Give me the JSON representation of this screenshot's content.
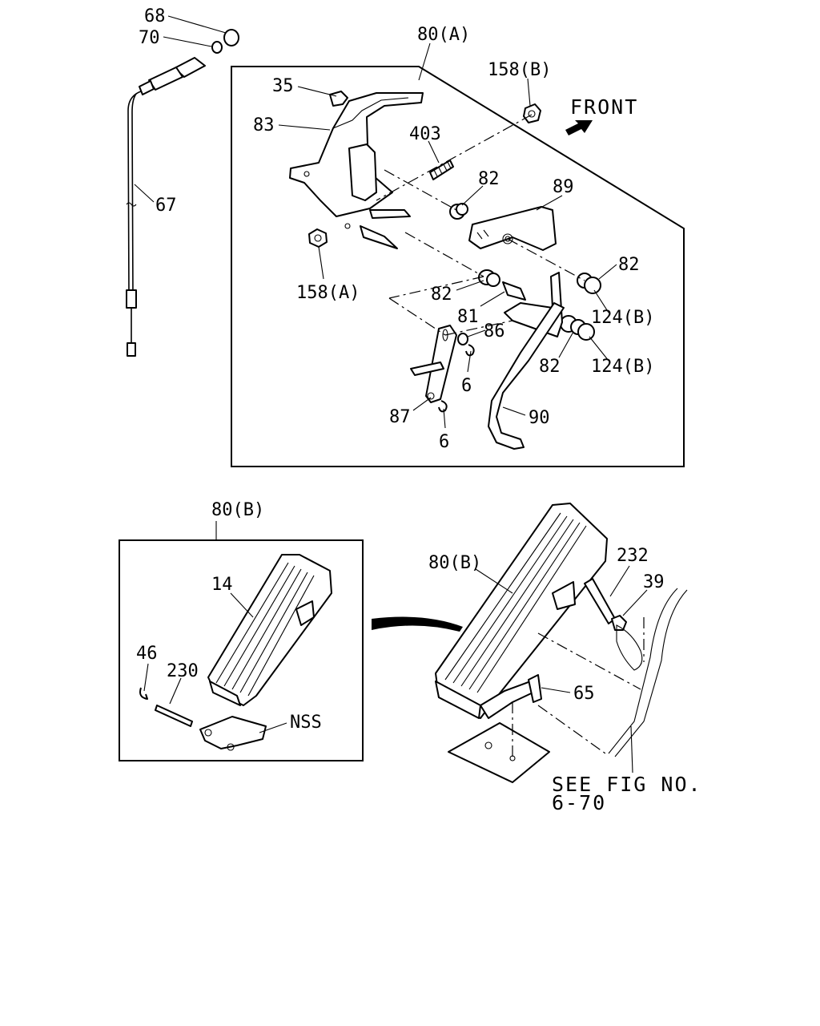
{
  "labels": {
    "p68": "68",
    "p70": "70",
    "p67": "67",
    "assy_a": "80(A)",
    "p35": "35",
    "p83": "83",
    "p158b": "158(B)",
    "front": "FRONT",
    "p403": "403",
    "p82_top": "82",
    "p89": "89",
    "p158a": "158(A)",
    "p82_right": "82",
    "p82_mid": "82",
    "p81": "81",
    "p86": "86",
    "p124b_top": "124(B)",
    "p6_a": "6",
    "p82_low": "82",
    "p124b_low": "124(B)",
    "p87": "87",
    "p90": "90",
    "p6_b": "6",
    "assy_b_box": "80(B)",
    "p14": "14",
    "p46": "46",
    "p230": "230",
    "nss": "NSS",
    "assy_b_main": "80(B)",
    "p232": "232",
    "p39": "39",
    "p65": "65",
    "see_fig_line1": "SEE FIG NO.",
    "see_fig_line2": "6-70"
  }
}
